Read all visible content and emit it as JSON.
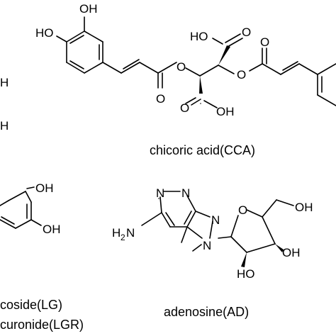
{
  "labels": {
    "cca_oh_top": "OH",
    "cca_ho_left": "HO",
    "cca_o_ester1": "O",
    "cca_o_carbonyl1": "O",
    "cca_ho_acid_top": "HO",
    "cca_o_acid_top": "O",
    "cca_o_ester2": "O",
    "cca_o_carbonyl2": "O",
    "cca_o_acid_bottom": "O",
    "cca_oh_acid_bottom": "OH",
    "left_h_1": "H",
    "left_h_2": "H",
    "lg_oh_top": "OH",
    "lg_oh_bottom": "OH",
    "ad_n1": "N",
    "ad_n3": "N",
    "ad_n7": "N",
    "ad_n9": "N",
    "ad_h2n": "H",
    "ad_h2n_sub": "2",
    "ad_h2n_n": "N",
    "ad_ring_o": "O",
    "ad_oh_ch2": "OH",
    "ad_oh_3": "OH",
    "ad_ho_2": "HO"
  },
  "captions": {
    "cca": "chicoric acid(CCA)",
    "lg": "coside(LG)",
    "lgr": "curonide(LGR)",
    "ad": "adenosine(AD)"
  }
}
